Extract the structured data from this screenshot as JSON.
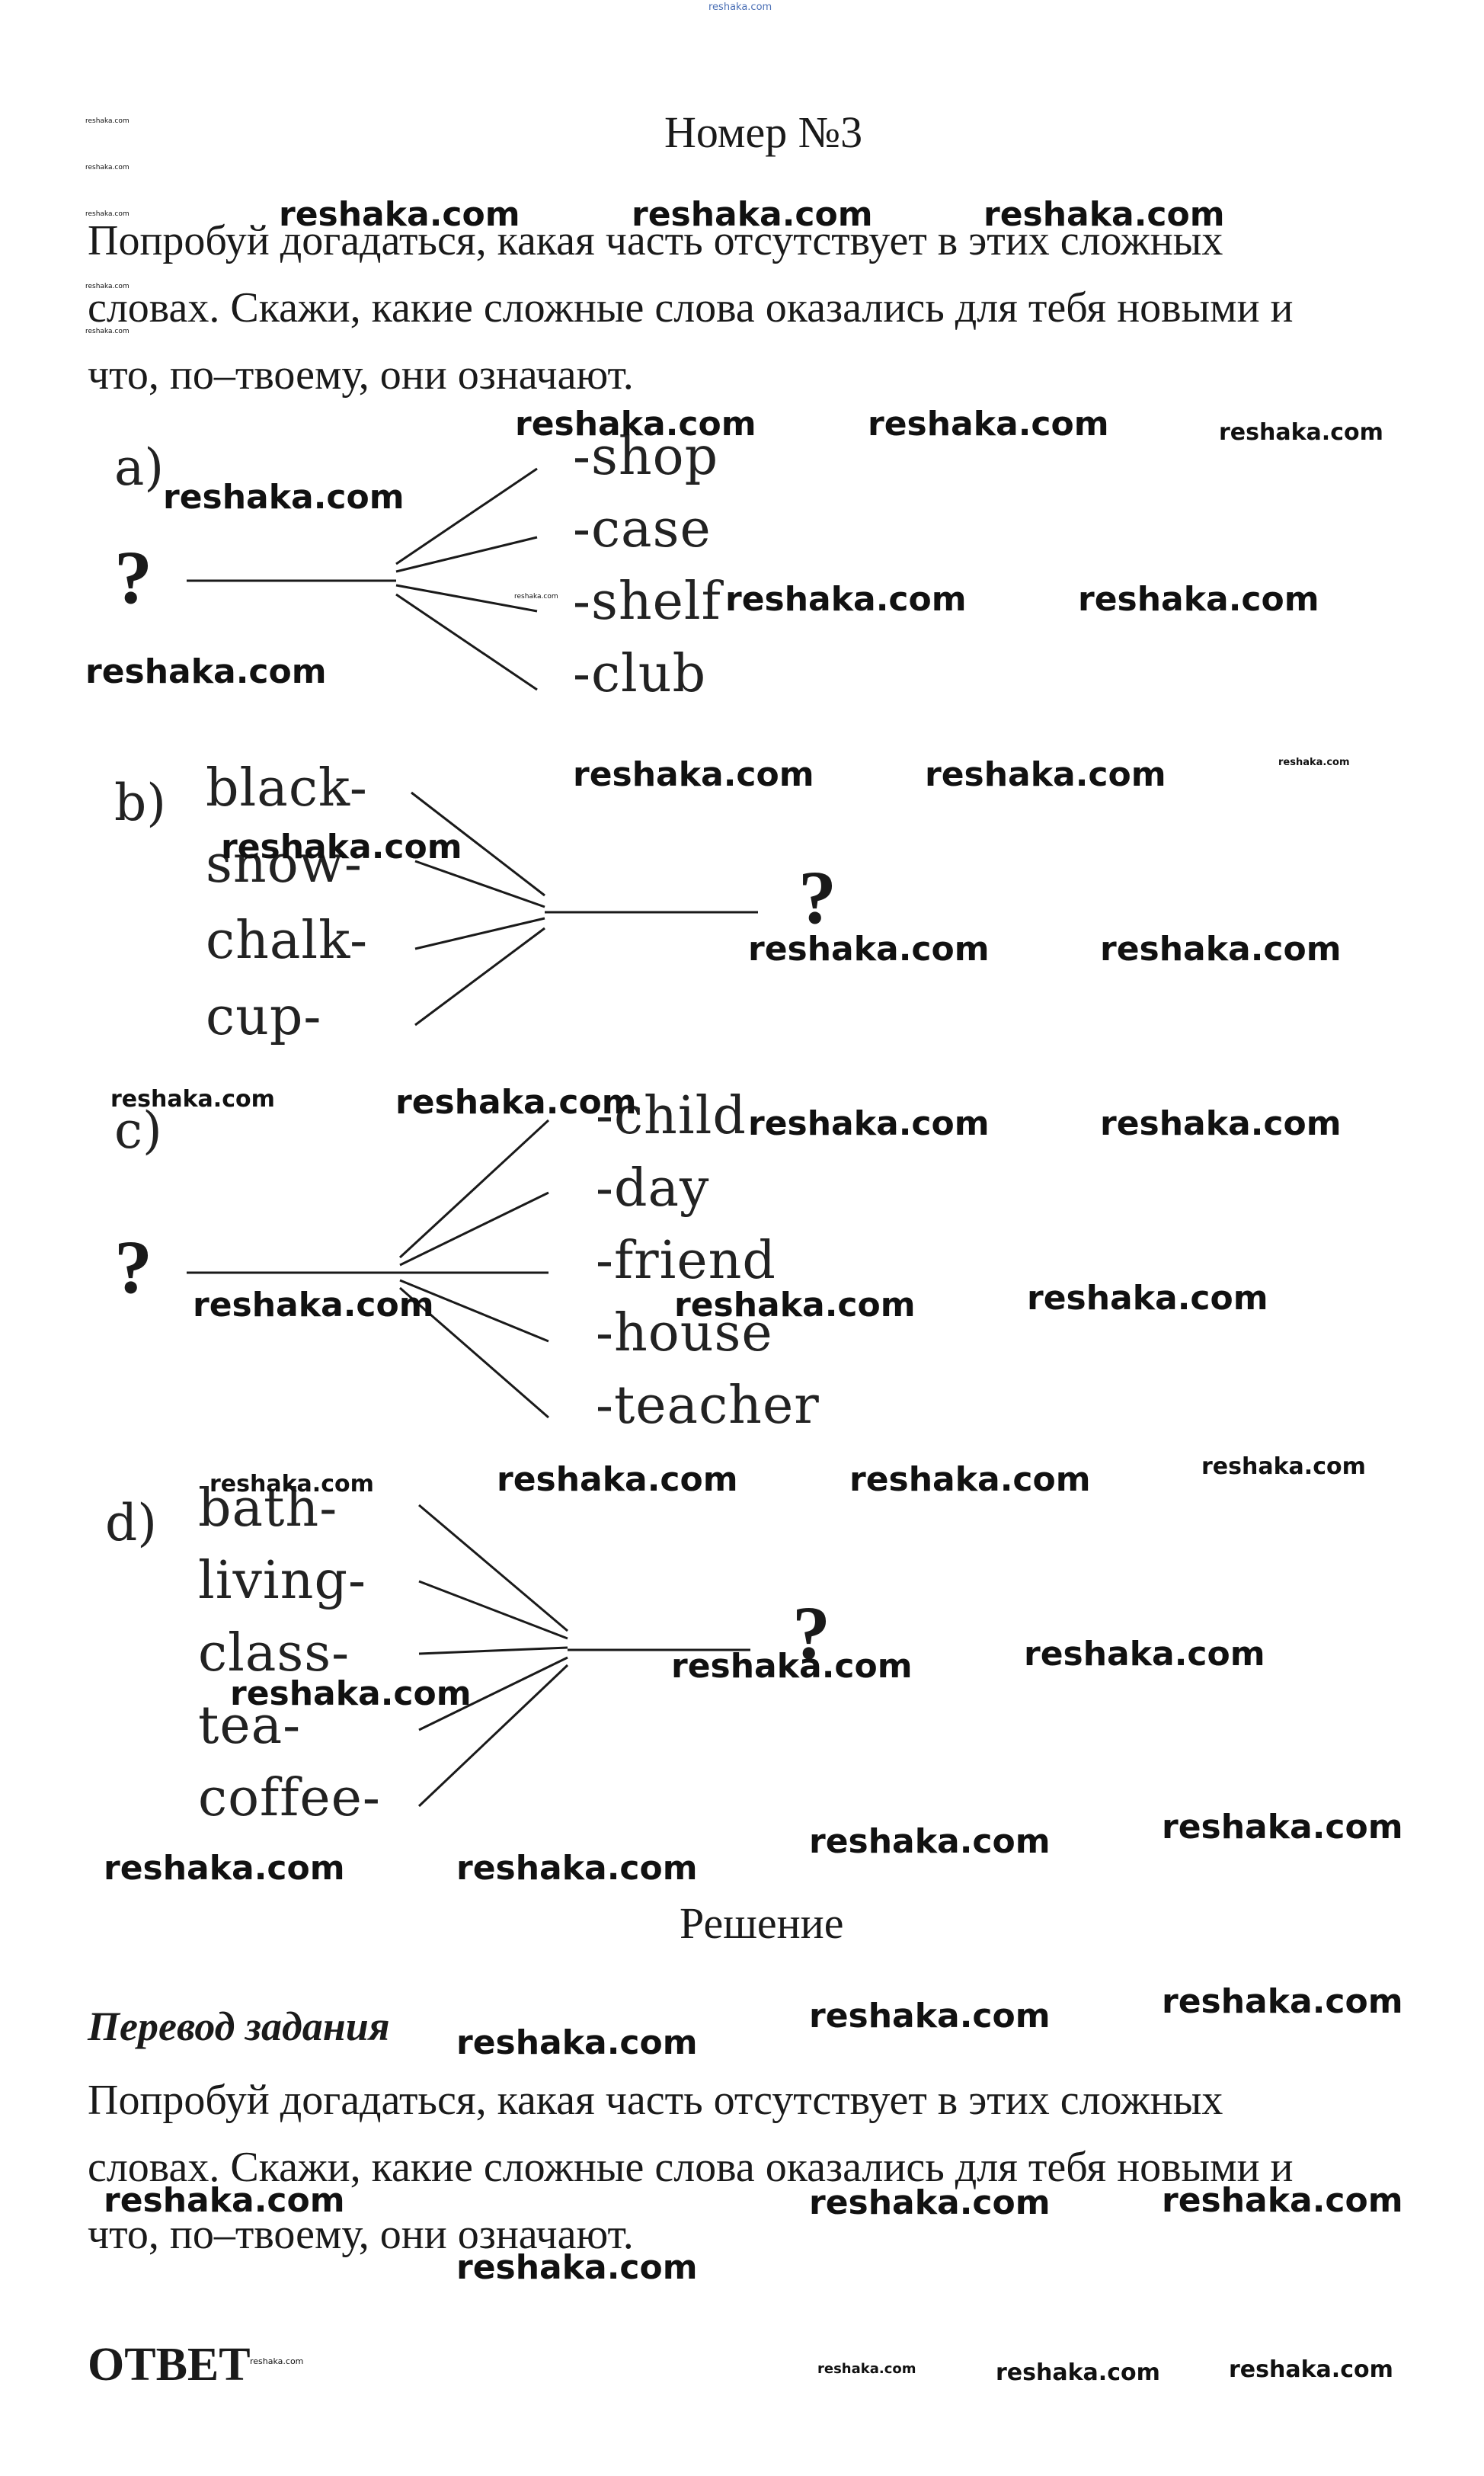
{
  "top_url": "reshaka.com",
  "title": "Номер №3",
  "task": {
    "lines": [
      "Попробуй догадаться, какая часть отсутствует в этих сложных",
      "словах. Скажи, какие сложные слова оказались для тебя новыми и",
      "что, по–твоему, они означают."
    ]
  },
  "exercises": {
    "a": {
      "label": "a)",
      "missing": "?",
      "parts": [
        "-shop",
        "-case",
        "-shelf",
        "-club"
      ]
    },
    "b": {
      "label": "b)",
      "missing": "?",
      "parts": [
        "black-",
        "snow-",
        "chalk-",
        "cup-"
      ]
    },
    "c": {
      "label": "c)",
      "missing": "?",
      "parts": [
        "-child",
        "-day",
        "-friend",
        "-house",
        "-teacher"
      ]
    },
    "d": {
      "label": "d)",
      "missing": "?",
      "parts": [
        "bath-",
        "living-",
        "class-",
        "tea-",
        "coffee-"
      ]
    }
  },
  "solution_heading": "Решение",
  "translation": {
    "heading": "Перевод задания",
    "lines": [
      "Попробуй догадаться, какая часть отсутствует в этих сложных",
      "словах. Скажи, какие сложные слова оказались для тебя новыми и",
      "что, по–твоему, они означают."
    ]
  },
  "answer_heading": "ОТВЕТ",
  "watermark": "reshaka.com"
}
